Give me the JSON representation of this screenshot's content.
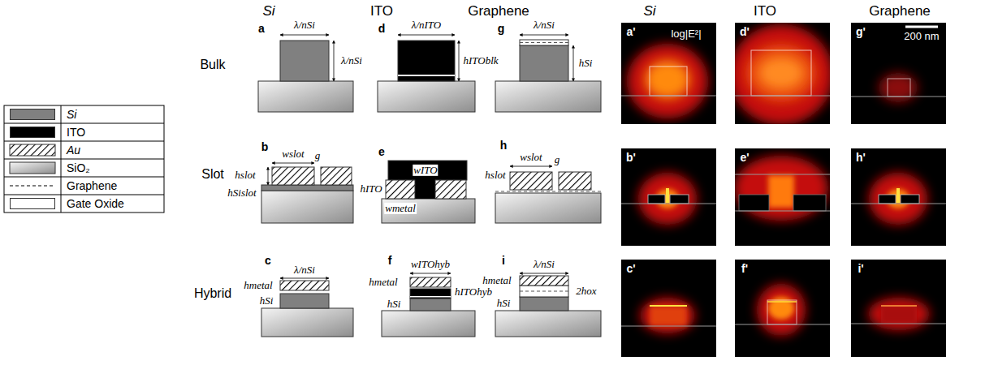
{
  "diagram": {
    "labels": [
      "Si",
      "ITO",
      "Graphene",
      "Si",
      "ITO",
      "Graphene",
      "Bulk",
      "Slot",
      "Hybrid",
      "a",
      "b",
      "c",
      "d",
      "e",
      "f",
      "g",
      "h",
      "i",
      "λ/nSi",
      "λ/nSi",
      "wslot",
      "hslot",
      "g",
      "hSislot",
      "hmetal",
      "λ/nSi",
      "hSi",
      "λ/nITO",
      "hITOblk",
      "wITO",
      "hITO",
      "wmetal",
      "hmetal",
      "wITOhyb",
      "hSi",
      "hITOhyb",
      "λ/nSi",
      "hSi",
      "wslot",
      "g",
      "hslot",
      "hmetal",
      "λ/nSi",
      "hSi",
      "2hox",
      "a'",
      "d'",
      "g'",
      "b'",
      "e'",
      "h'",
      "c'",
      "f'",
      "i'",
      "log|E²|",
      "200 nm"
    ],
    "legend": [
      {
        "text": "Si",
        "color": "#808080"
      },
      {
        "text": "ITO",
        "color": "#000000"
      },
      {
        "text": "Au"
      },
      {
        "text": "SiO₂"
      },
      {
        "text": "Graphene"
      },
      {
        "text": "Gate Oxide",
        "color": "#ffffff"
      }
    ]
  }
}
